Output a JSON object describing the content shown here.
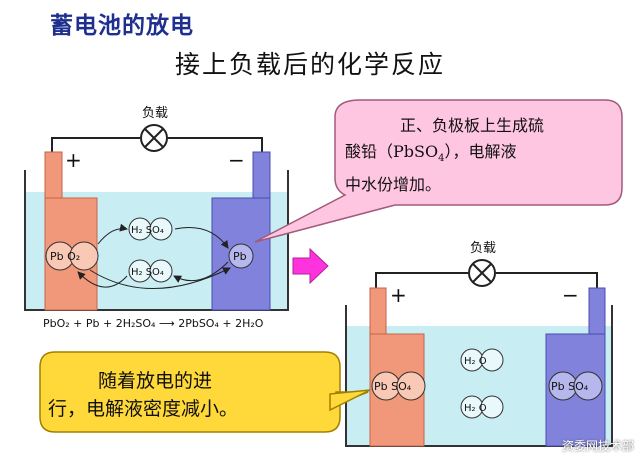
{
  "title": "蓄电池的放电",
  "subtitle": "接上负载后的化学反应",
  "left_cell": {
    "load_label": "负载",
    "plus_sign": "+",
    "minus_sign": "−",
    "positive_plate_molecule": "Pb O₂",
    "negative_plate_molecule": "Pb",
    "electrolyte_molecule_1": "H₂ SO₄",
    "electrolyte_molecule_2": "H₂ SO₄",
    "equation": "PbO₂ + Pb + 2H₂SO₄ ⟶ 2PbSO₄ + 2H₂O"
  },
  "right_cell": {
    "load_label": "负载",
    "plus_sign": "+",
    "minus_sign": "−",
    "positive_plate_molecule": "Pb SO₄",
    "negative_plate_molecule": "Pb SO₄",
    "water_molecule_1": "H₂ O",
    "water_molecule_2": "H₂ O"
  },
  "callout_pink": {
    "line1": "正、负极板上生成硫",
    "line2_prefix": "酸铅（PbSO",
    "line2_sub": "4",
    "line2_suffix": "），电解液",
    "line3": "中水份增加。"
  },
  "callout_yellow": {
    "line1": "随着放电的进",
    "line2": "行，电解液密度减小。"
  },
  "watermark": "资委网技术部",
  "colors": {
    "title": "#1f2f8f",
    "electrolyte": "#c8eef4",
    "positive_plate": "#f2987a",
    "negative_plate": "#8082dc",
    "pink_callout": "#ffc6e2",
    "yellow_callout": "#ffd83a",
    "arrow": "#ff33dd"
  }
}
